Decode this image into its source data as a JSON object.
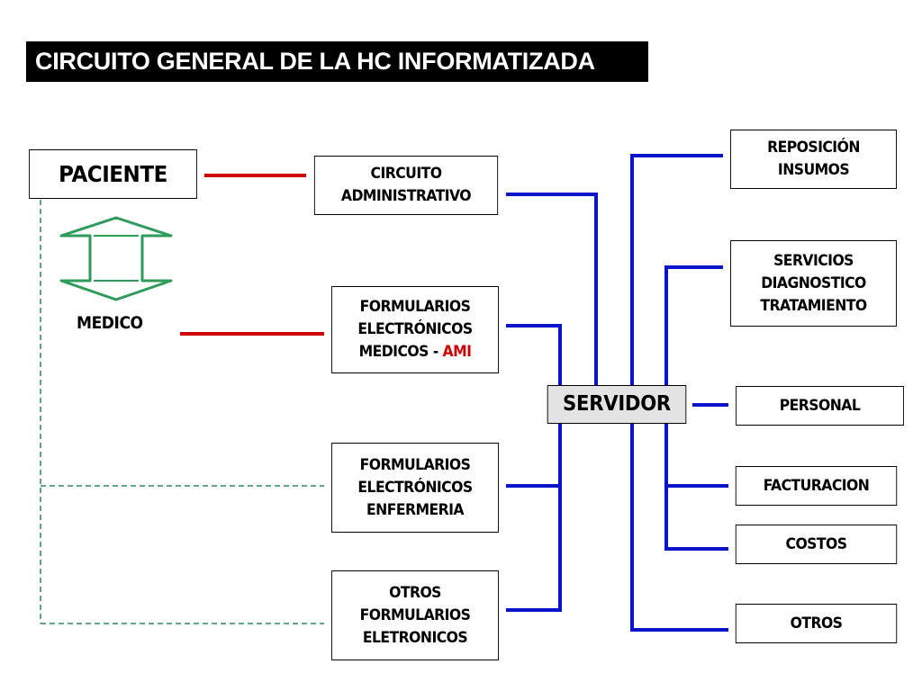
{
  "title": "CIRCUITO GENERAL DE LA HC INFORMATIZADA",
  "actors": {
    "paciente": "PACIENTE",
    "medico": "MEDICO"
  },
  "left_boxes": {
    "circuito_administrativo": [
      "CIRCUITO",
      "ADMINISTRATIVO"
    ],
    "formularios_medicos": {
      "lines": [
        "FORMULARIOS",
        "ELECTRÓNICOS"
      ],
      "last_prefix": "MEDICOS - ",
      "last_highlight": "AMI"
    },
    "formularios_enfermeria": [
      "FORMULARIOS",
      "ELECTRÓNICOS",
      "ENFERMERIA"
    ],
    "otros_formularios": [
      "OTROS",
      "FORMULARIOS",
      "ELETRONICOS"
    ]
  },
  "server": "SERVIDOR",
  "right_boxes": {
    "reposicion": [
      "REPOSICIÓN",
      "INSUMOS"
    ],
    "servicios": [
      "SERVICIOS",
      "DIAGNOSTICO",
      "TRATAMIENTO"
    ],
    "personal": [
      "PERSONAL"
    ],
    "facturacion": [
      "FACTURACION"
    ],
    "costos": [
      "COSTOS"
    ],
    "otros": [
      "OTROS"
    ]
  },
  "colors": {
    "red_link": "#cc0000",
    "blue_link": "#0a14c8",
    "dashed_link": "#2e8b57",
    "arrow": "#2e9b5a",
    "highlight": "#cc0000"
  }
}
